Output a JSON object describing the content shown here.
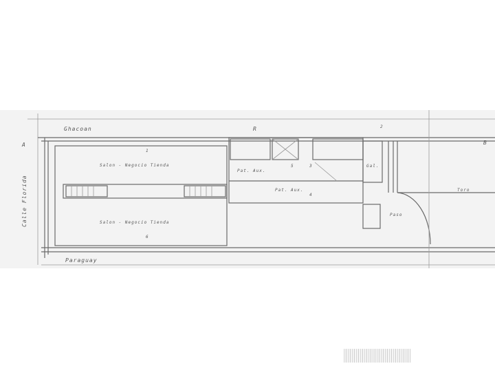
{
  "plan": {
    "street_left": "Calle Florida",
    "street_bottom": "Paraguay",
    "top_label": "Ghacoan",
    "room_upper": "Salon - Negocio Tienda",
    "room_lower": "Salon - Negocio Tienda",
    "patio_1": "Pat. Aux.",
    "patio_2": "Pat. Aux.",
    "gal": "Gal.",
    "toro": "Toro",
    "pasa": "Paso",
    "marker_a": "A",
    "marker_b": "B",
    "marker_r": "R",
    "room_num_1": "1",
    "room_num_2": "2",
    "room_num_3": "3",
    "room_num_4": "4",
    "room_num_5": "5",
    "room_num_6": "6"
  }
}
